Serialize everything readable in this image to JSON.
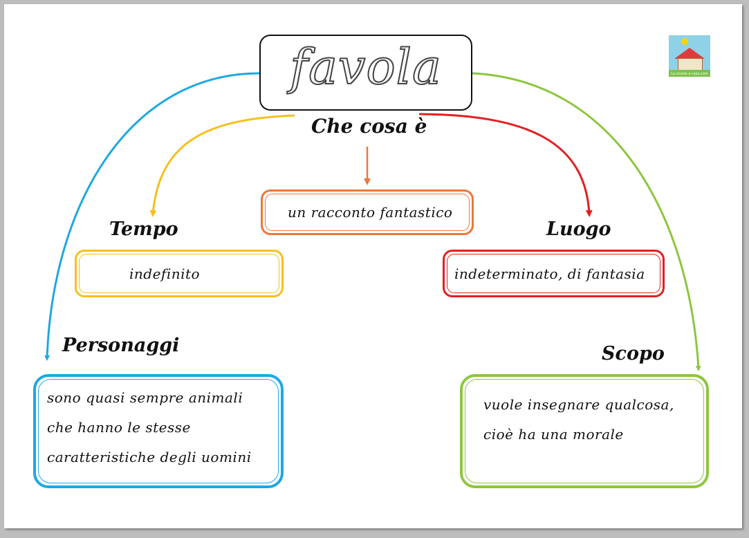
{
  "title": "favola",
  "logo": {
    "icon": "school-house-icon",
    "text": "La scuola a casa.com"
  },
  "center": {
    "question": "Che cosa è",
    "answer": "un racconto fantastico",
    "color": "#e8793a"
  },
  "tempo": {
    "label": "Tempo",
    "text": "indefinito",
    "color": "#f5c01e"
  },
  "luogo": {
    "label": "Luogo",
    "text": "indeterminato, di fantasia",
    "color": "#e21f1f"
  },
  "personaggi": {
    "label": "Personaggi",
    "lines": [
      "sono quasi sempre animali",
      "che hanno le stesse",
      "caratteristiche degli uomini"
    ],
    "color": "#1ea8e0"
  },
  "scopo": {
    "label": "Scopo",
    "lines": [
      "vuole insegnare qualcosa,",
      "cioè ha una morale"
    ],
    "color": "#8dc63f"
  }
}
